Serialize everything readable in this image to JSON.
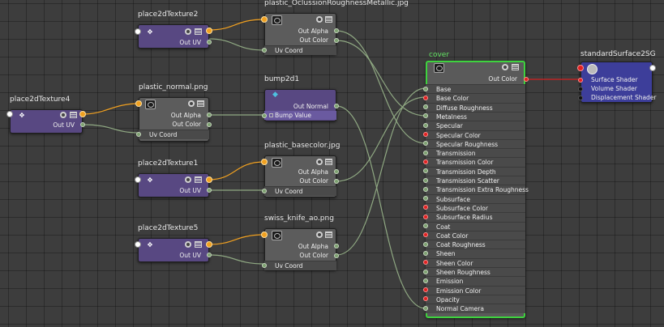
{
  "nodes": {
    "place2dTexture2": {
      "title": "place2dTexture2",
      "out_uv": "Out UV"
    },
    "place2dTexture4": {
      "title": "place2dTexture4",
      "out_uv": "Out UV"
    },
    "place2dTexture1": {
      "title": "place2dTexture1",
      "out_uv": "Out UV"
    },
    "place2dTexture5": {
      "title": "place2dTexture5",
      "out_uv": "Out UV"
    },
    "occlusion_file": {
      "title": "plastic_OclussionRoughnessMetallic.jpg",
      "out_alpha": "Out Alpha",
      "out_color": "Out Color",
      "uv_coord": "Uv Coord"
    },
    "normal_file": {
      "title": "plastic_normal.png",
      "out_alpha": "Out Alpha",
      "out_color": "Out Color",
      "uv_coord": "Uv Coord"
    },
    "basecolor_file": {
      "title": "plastic_basecolor.jpg",
      "out_alpha": "Out Alpha",
      "out_color": "Out Color",
      "uv_coord": "Uv Coord"
    },
    "ao_file": {
      "title": "swiss_knife_ao.png",
      "out_alpha": "Out Alpha",
      "out_color": "Out Color",
      "uv_coord": "Uv Coord"
    },
    "bump2d1": {
      "title": "bump2d1",
      "out_normal": "Out Normal",
      "bump_value": "Bump Value"
    },
    "cover": {
      "title": "cover",
      "out_color": "Out Color",
      "attributes": [
        "Base",
        "Base Color",
        "Diffuse Roughness",
        "Metalness",
        "Specular",
        "Specular Color",
        "Specular Roughness",
        "Transmission",
        "Transmission Color",
        "Transmission Depth",
        "Transmission Scatter",
        "Transmission Extra Roughness",
        "Subsurface",
        "Subsurface Color",
        "Subsurface Radius",
        "Coat",
        "Coat Color",
        "Coat Roughness",
        "Sheen",
        "Sheen Color",
        "Sheen Roughness",
        "Emission",
        "Emission Color",
        "Opacity",
        "Normal Camera"
      ]
    },
    "standardSurface2SG": {
      "title": "standardSurface2SG",
      "surface_shader": "Surface Shader",
      "volume_shader": "Volume Shader",
      "displacement_shader": "Displacement Shader"
    }
  },
  "colors": {
    "canvas_bg": "#3d3d3d",
    "place_node": "#584882",
    "file_node": "#5c5c5c",
    "shader_group_node": "#3d3e9a",
    "selection_outline": "#3ed23e",
    "wire_green": "#8fa882",
    "wire_orange": "#f0a020",
    "wire_red": "#d42020"
  },
  "icons": {
    "place_node": "uv-transform-icon",
    "file_node": "texture-file-icon",
    "bump_node": "bump-icon",
    "shader_node": "shader-sphere-icon"
  }
}
